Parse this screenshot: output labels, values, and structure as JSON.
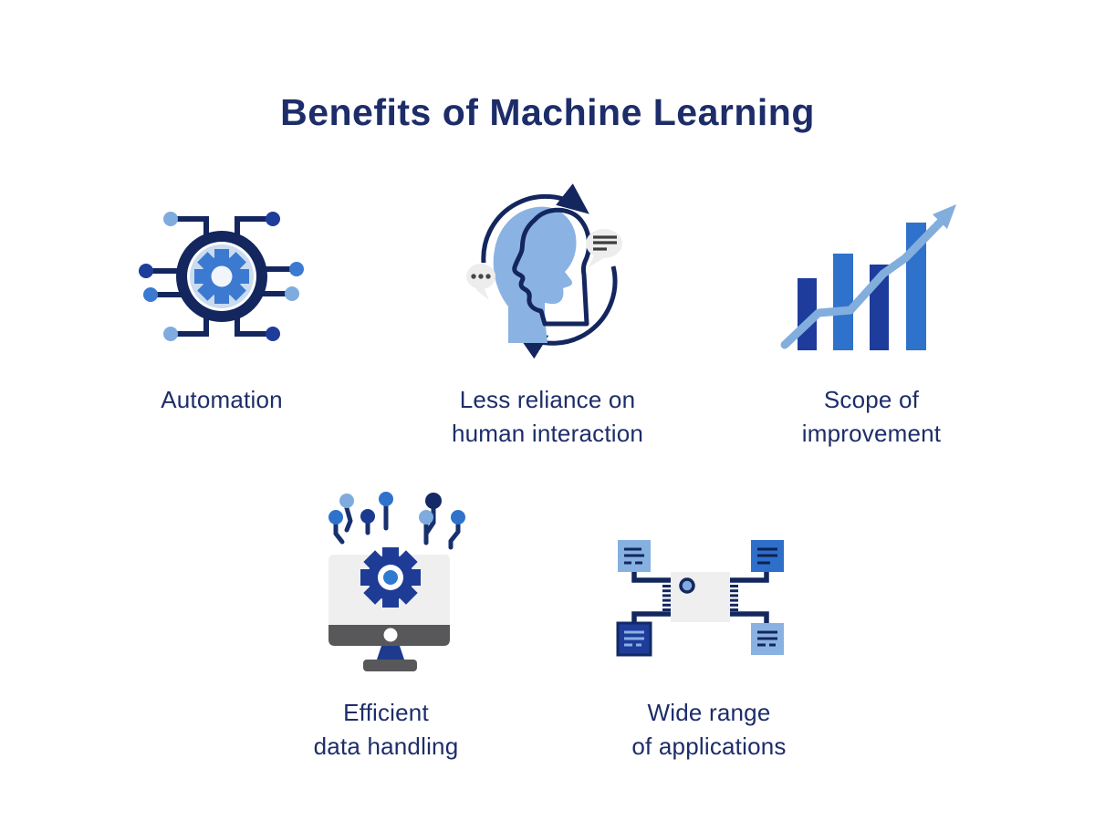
{
  "title": "Benefits of Machine Learning",
  "palette": {
    "navy_text": "#1d2d69",
    "dark_navy": "#14265e",
    "royal_blue": "#1e3c9a",
    "medium_blue": "#2e72c8",
    "gear_blue": "#3b7ad0",
    "light_blue": "#7fabdf",
    "pale_blue": "#cbdcf0",
    "bubble_gray": "#ededed",
    "screen_gray": "#efeff0",
    "bezel_gray": "#58585a"
  },
  "benefits": [
    {
      "id": "automation",
      "icon": "gear-circuit-icon",
      "line1": "Automation",
      "line2": ""
    },
    {
      "id": "less-reliance",
      "icon": "head-sync-icon",
      "line1": "Less reliance on",
      "line2": "human interaction"
    },
    {
      "id": "scope-of-improvement",
      "icon": "growth-bars-icon",
      "line1": "Scope of",
      "line2": "improvement"
    },
    {
      "id": "efficient-data-handling",
      "icon": "monitor-gear-icon",
      "line1": "Efficient",
      "line2": "data handling"
    },
    {
      "id": "wide-applications",
      "icon": "chip-network-icon",
      "line1": "Wide range",
      "line2": "of applications"
    }
  ]
}
